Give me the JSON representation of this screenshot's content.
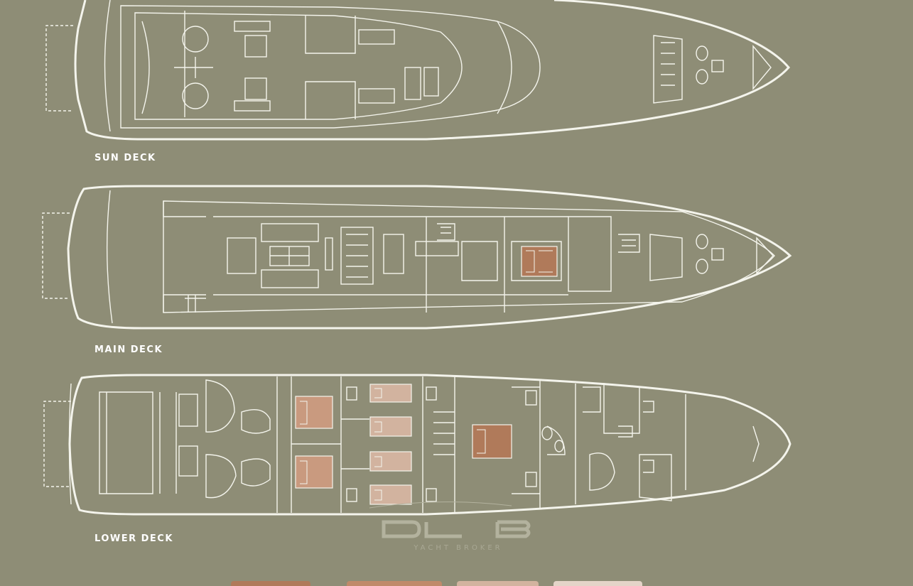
{
  "decks": {
    "sun": "SUN DECK",
    "main": "MAIN DECK",
    "lower": "LOWER DECK"
  },
  "brand": {
    "logo_text": "DLB",
    "tagline": "YACHT BROKER"
  },
  "colors": {
    "background": "#8e8d76",
    "line": "#f4f4ec",
    "cabin_dark": "#b07a5a",
    "cabin_light": "#d2b39f"
  }
}
